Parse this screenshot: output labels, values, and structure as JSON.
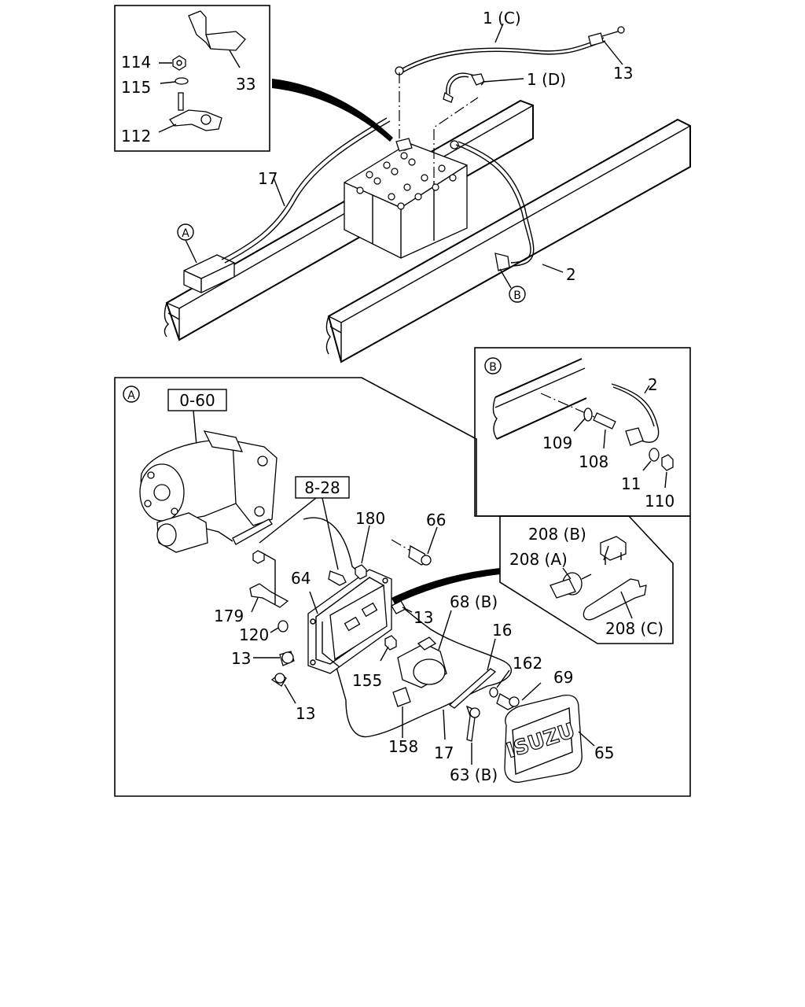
{
  "callouts": {
    "c_1C": "1 (C)",
    "c_13_top": "13",
    "c_1D": "1 (D)",
    "c_114": "114",
    "c_115": "115",
    "c_33": "33",
    "c_112": "112",
    "c_17_top": "17",
    "c_2_top": "2",
    "c_b_2": "2",
    "c_109": "109",
    "c_108": "108",
    "c_11": "11",
    "c_110": "110",
    "c_060": "0-60",
    "c_828": "8-28",
    "c_180": "180",
    "c_66": "66",
    "c_64": "64",
    "c_179": "179",
    "c_120": "120",
    "c_13_a1": "13",
    "c_13_a2": "13",
    "c_13_a3": "13",
    "c_155": "155",
    "c_68B": "68 (B)",
    "c_16": "16",
    "c_162": "162",
    "c_69": "69",
    "c_158": "158",
    "c_17_bot": "17",
    "c_63B": "63 (B)",
    "c_65": "65",
    "c_208B": "208 (B)",
    "c_208A": "208 (A)",
    "c_208C": "208 (C)"
  },
  "markers": {
    "A": "A",
    "B": "B",
    "panel_A": "A",
    "panel_B": "B"
  },
  "cover_text": "ISUZU"
}
